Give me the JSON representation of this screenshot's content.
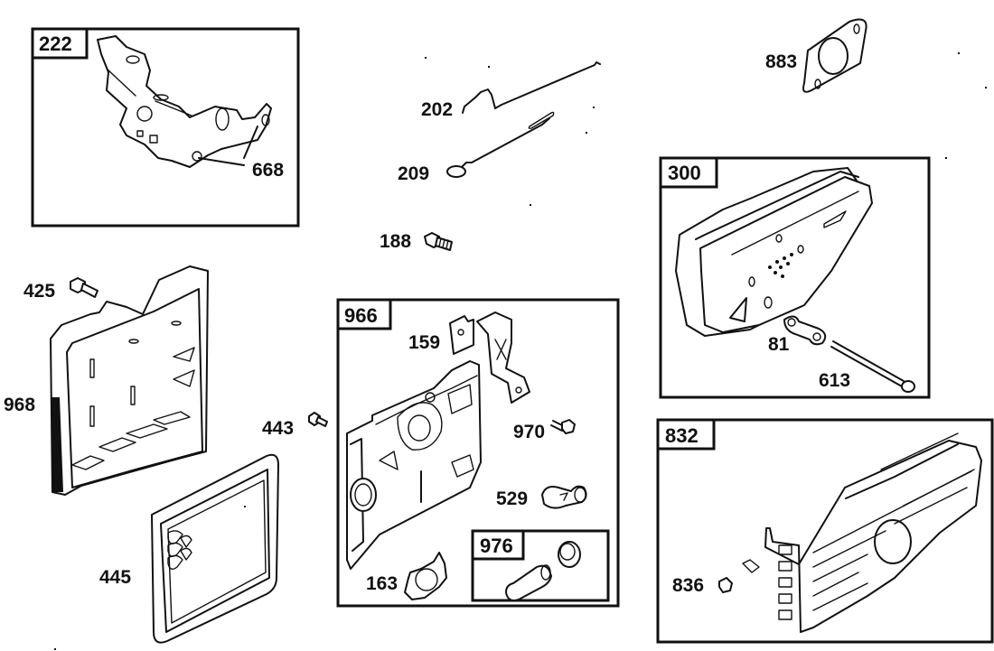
{
  "diagram": {
    "type": "exploded-parts-diagram",
    "ink_color": "#111111",
    "background_color": "#ffffff",
    "groups": [
      {
        "id": "carburetor",
        "box_label": "222",
        "part_labels": [
          "668"
        ]
      },
      {
        "id": "muffler",
        "box_label": "300",
        "part_labels": [
          "81",
          "613"
        ]
      },
      {
        "id": "air-cleaner-base",
        "box_label": "966",
        "part_labels": [
          "159",
          "970",
          "529",
          "163"
        ]
      },
      {
        "id": "breather-kit",
        "box_label": "976",
        "part_labels": []
      },
      {
        "id": "muffler-guard",
        "box_label": "832",
        "part_labels": [
          "836"
        ]
      }
    ],
    "loose_parts": [
      "202",
      "209",
      "188",
      "883",
      "425",
      "968",
      "443",
      "445"
    ]
  },
  "labels": {
    "b222": "222",
    "p668": "668",
    "p202": "202",
    "p209": "209",
    "p188": "188",
    "p883": "883",
    "b300": "300",
    "p81": "81",
    "p613": "613",
    "p425": "425",
    "p968": "968",
    "p443": "443",
    "p445": "445",
    "b966": "966",
    "p159": "159",
    "p970": "970",
    "p529": "529",
    "p163": "163",
    "b976": "976",
    "b832": "832",
    "p836": "836"
  }
}
